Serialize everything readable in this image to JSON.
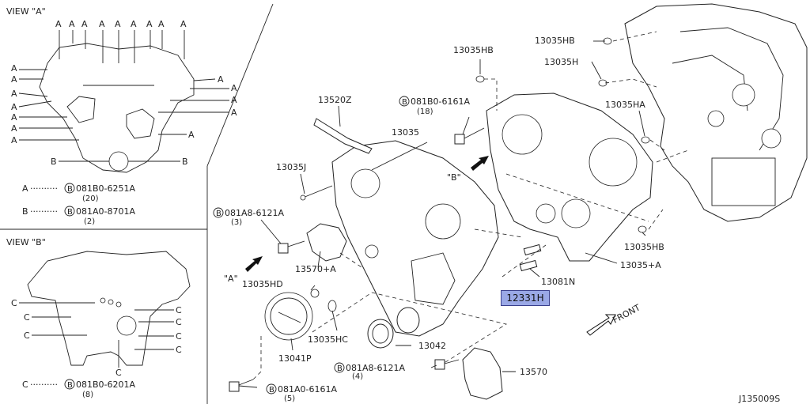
{
  "view_a": {
    "title": "VIEW \"A\"",
    "marker": "A",
    "marker_b": "B",
    "legend": [
      {
        "key": "A",
        "dots": "··········",
        "bolt": "081B0-6251A",
        "qty": "(20)"
      },
      {
        "key": "B",
        "dots": "··········",
        "bolt": "081A0-8701A",
        "qty": "(2)"
      }
    ]
  },
  "view_b": {
    "title": "VIEW \"B\"",
    "marker": "C",
    "legend": [
      {
        "key": "C",
        "dots": "··········",
        "bolt": "081B0-6201A",
        "qty": "(8)"
      }
    ]
  },
  "bolt_symbol": "B",
  "parts": {
    "p13520z": "13520Z",
    "p081b0_6161a": "081B0-6161A",
    "p081b0_6161a_qty": "(18)",
    "p13035": "13035",
    "p13035hb_top": "13035HB",
    "p13035hb_right": "13035HB",
    "p13035h": "13035H",
    "p13035ha": "13035HA",
    "p13035j": "13035J",
    "view_b_marker": "\"B\"",
    "p081a8_6121a_top": "081A8-6121A",
    "p081a8_6121a_top_qty": "(3)",
    "p13570a": "13570+A",
    "view_a_marker": "\"A\"",
    "p13035hd": "13035HD",
    "p13035hb_lower": "13035HB",
    "p13035a": "13035+A",
    "p13081n": "13081N",
    "p12331h": "12331H",
    "p13035hc": "13035HC",
    "p13041p": "13041P",
    "p13042": "13042",
    "p081a8_6121a_bot": "081A8-6121A",
    "p081a8_6121a_bot_qty": "(4)",
    "p13570": "13570",
    "p081a0_6161a": "081A0-6161A",
    "p081a0_6161a_qty": "(5)",
    "front": "FRONT",
    "diagram_code": "J135009S"
  }
}
